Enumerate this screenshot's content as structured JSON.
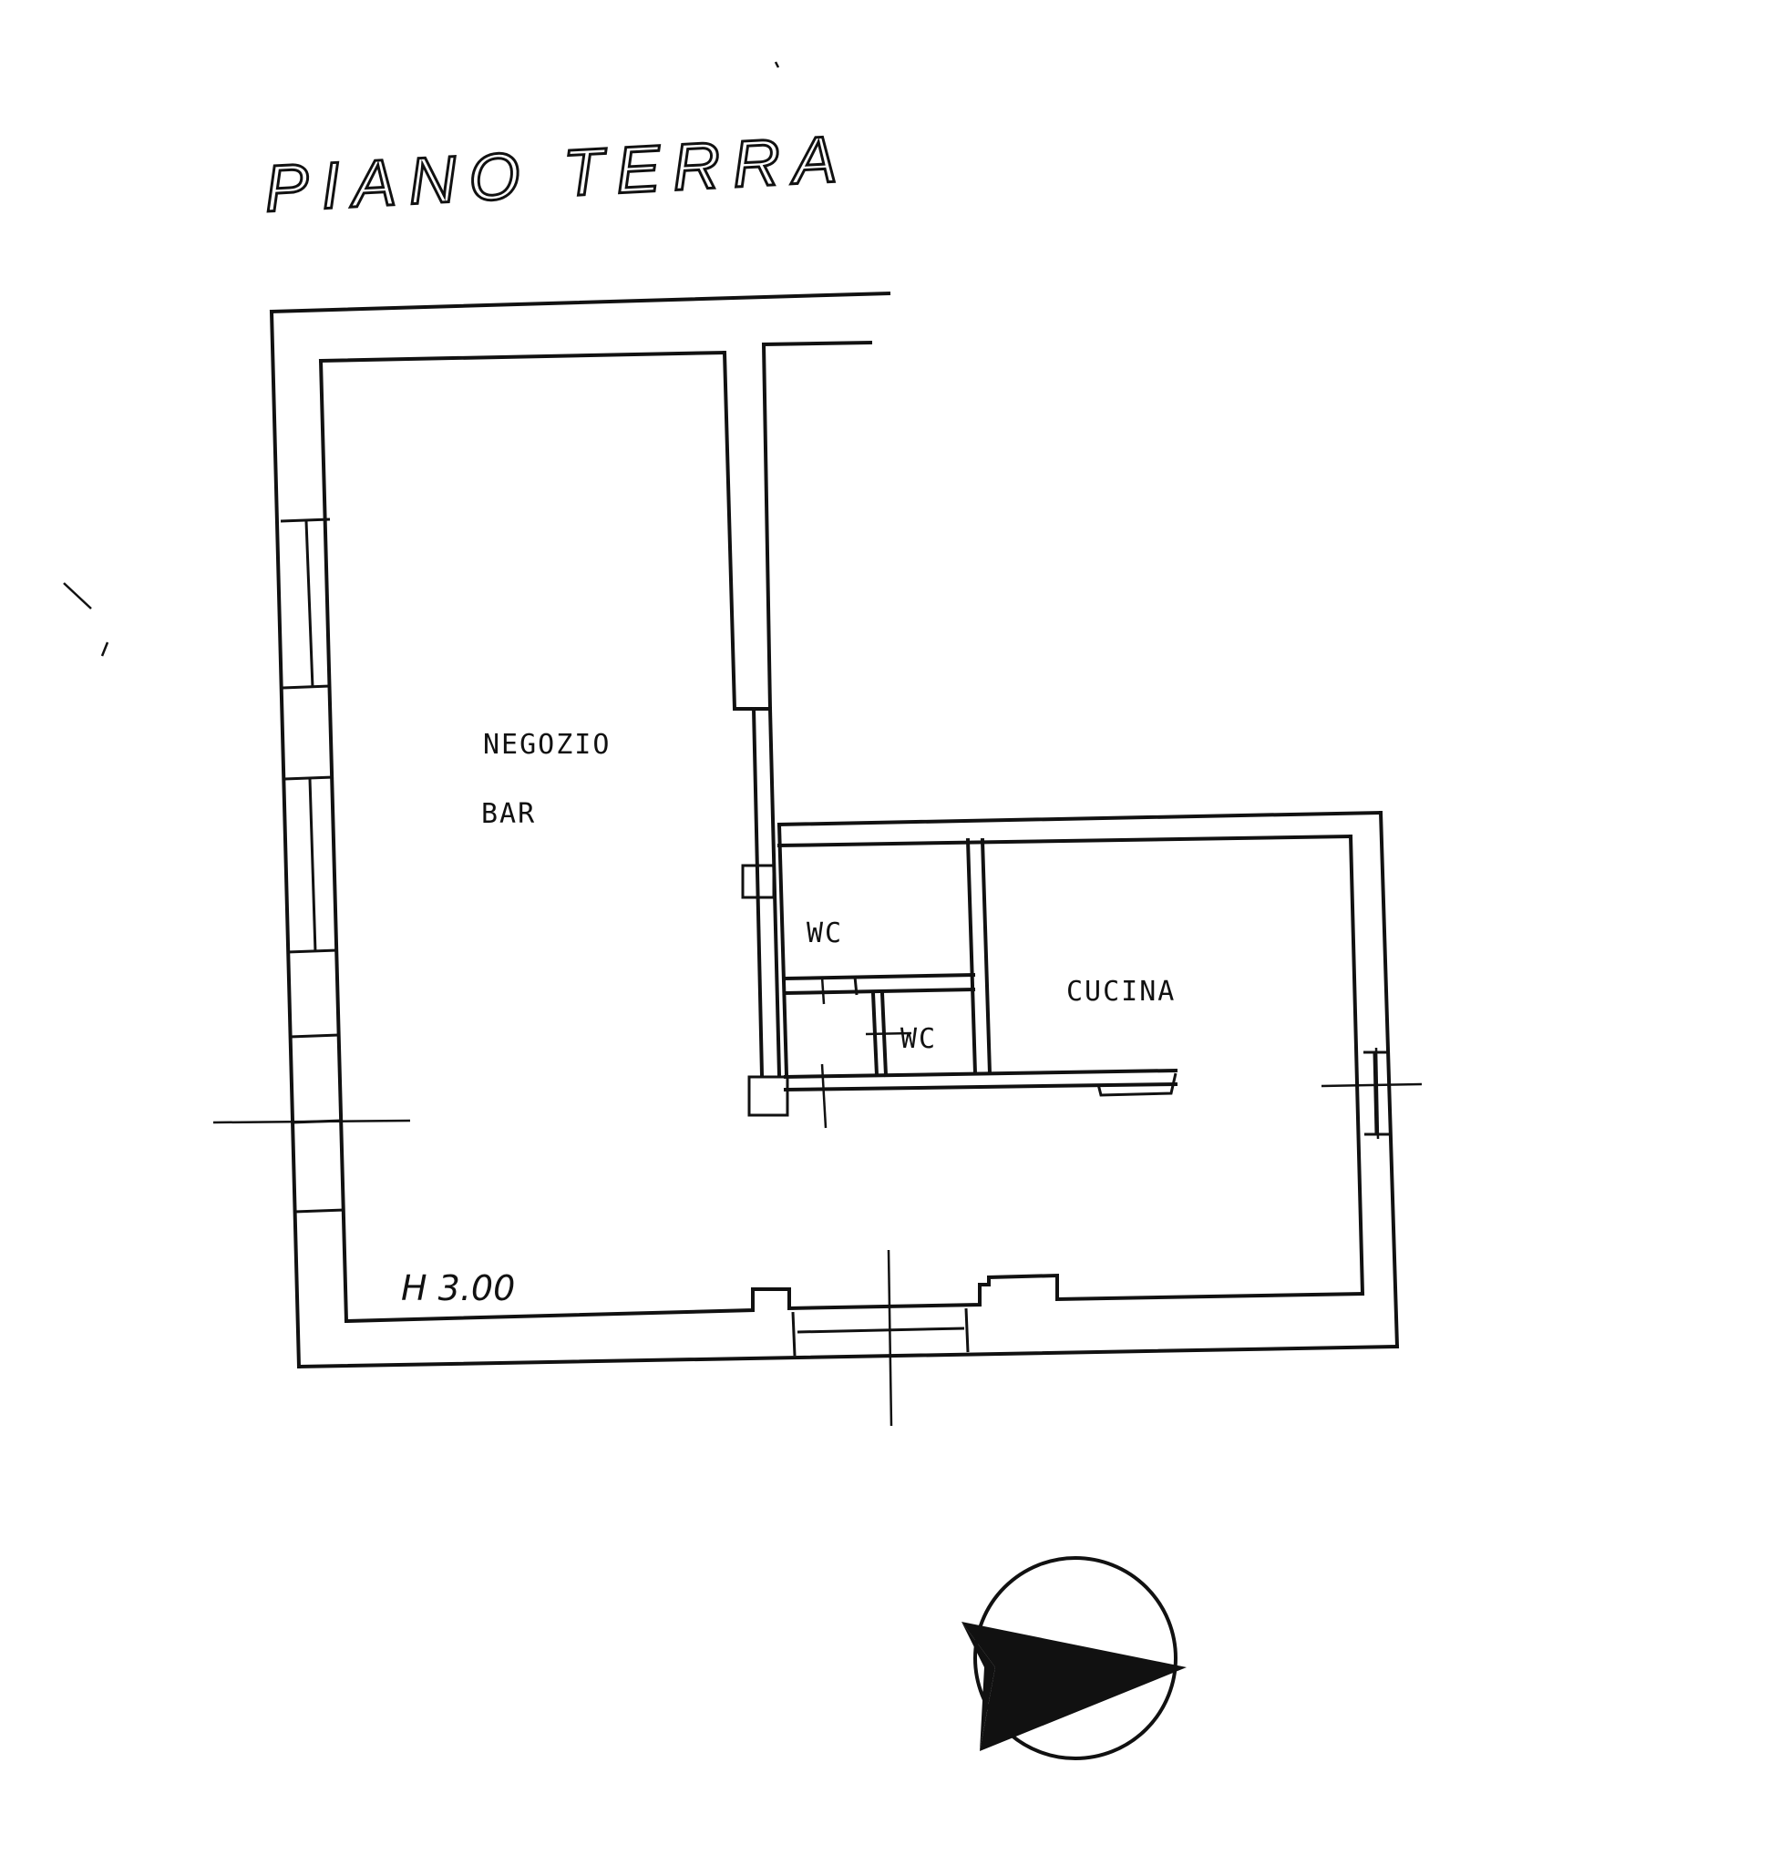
{
  "floor_title": "PIANO TERRA",
  "rooms": [
    {
      "name": "NEGOZIO"
    },
    {
      "name": "BAR"
    },
    {
      "name": "WC"
    },
    {
      "name": "WC"
    },
    {
      "name": "CUCINA"
    }
  ],
  "ceiling_height": "H 3.00",
  "north_arrow": "north-arrow-icon"
}
